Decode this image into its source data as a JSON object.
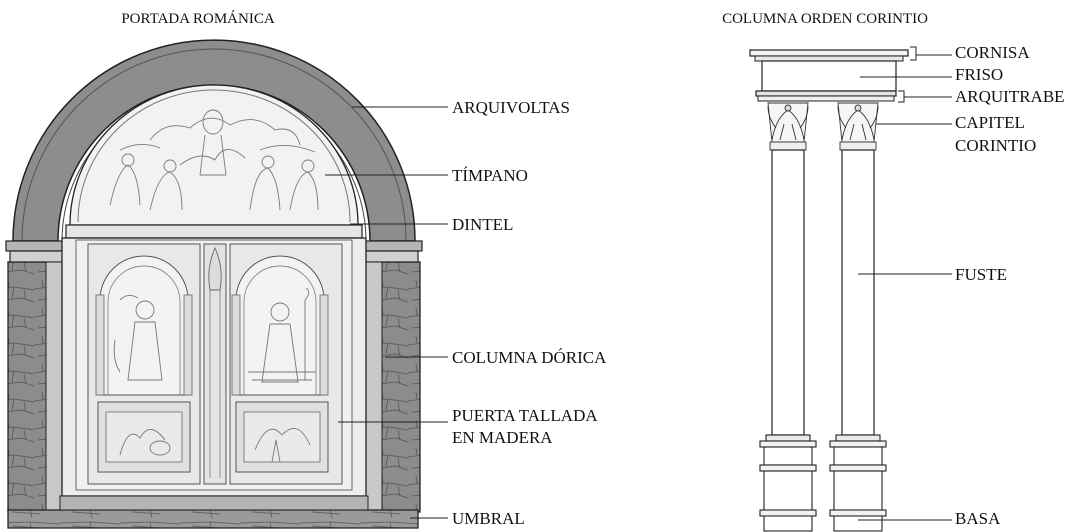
{
  "portada": {
    "title": "PORTADA ROMÁNICA",
    "labels": {
      "arquivoltas": "ARQUIVOLTAS",
      "timpano": "TÍMPANO",
      "dintel": "DINTEL",
      "columna_dorica": "COLUMNA DÓRICA",
      "puerta_line1": "PUERTA TALLADA",
      "puerta_line2": "EN MADERA",
      "umbral": "UMBRAL"
    }
  },
  "columna": {
    "title": "COLUMNA ORDEN CORINTIO",
    "labels": {
      "cornisa": "CORNISA",
      "friso": "FRISO",
      "arquitrabe": "ARQUITRABE",
      "capitel_line1": "CAPITEL",
      "capitel_line2": "CORINTIO",
      "fuste": "FUSTE",
      "basa": "BASA"
    }
  },
  "colors": {
    "stone_dark": "#8a8a8a",
    "stone_mid": "#a9a9a9",
    "stone_light": "#e2e2e2",
    "carving": "#dcdcdc",
    "line": "#222222"
  }
}
